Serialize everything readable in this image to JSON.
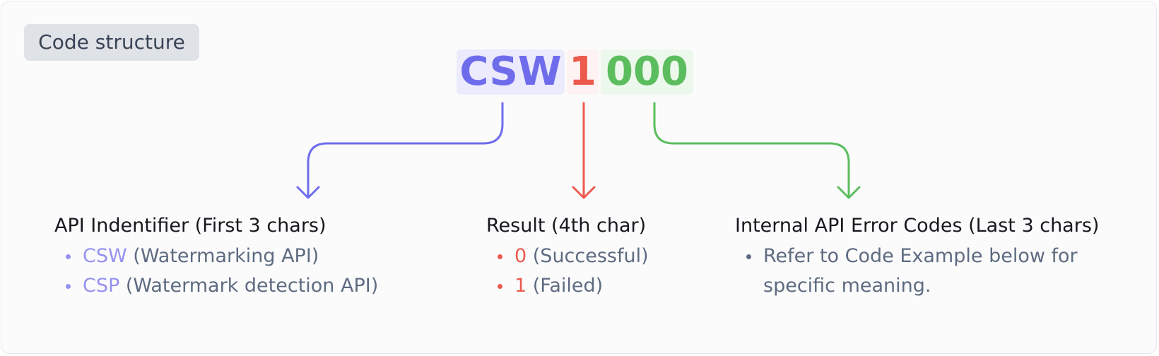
{
  "badge": {
    "label": "Code structure"
  },
  "code": {
    "api_segment": "CSW",
    "result_segment": "1",
    "internal_segment": "000"
  },
  "colors": {
    "api": "#6f6cec",
    "result": "#ec5a4d",
    "internal": "#5bbd5e"
  },
  "columns": {
    "api": {
      "title": "API Indentifier (First 3 chars)",
      "items": [
        {
          "code": "CSW",
          "desc": " (Watermarking API)"
        },
        {
          "code": "CSP",
          "desc": " (Watermark detection API)"
        }
      ]
    },
    "result": {
      "title": "Result (4th char)",
      "items": [
        {
          "code": "0",
          "desc": " (Successful)"
        },
        {
          "code": "1",
          "desc": " (Failed)"
        }
      ]
    },
    "internal": {
      "title": "Internal API Error Codes (Last 3 chars)",
      "items": [
        {
          "text": "Refer to Code Example below for specific meaning."
        }
      ]
    }
  }
}
